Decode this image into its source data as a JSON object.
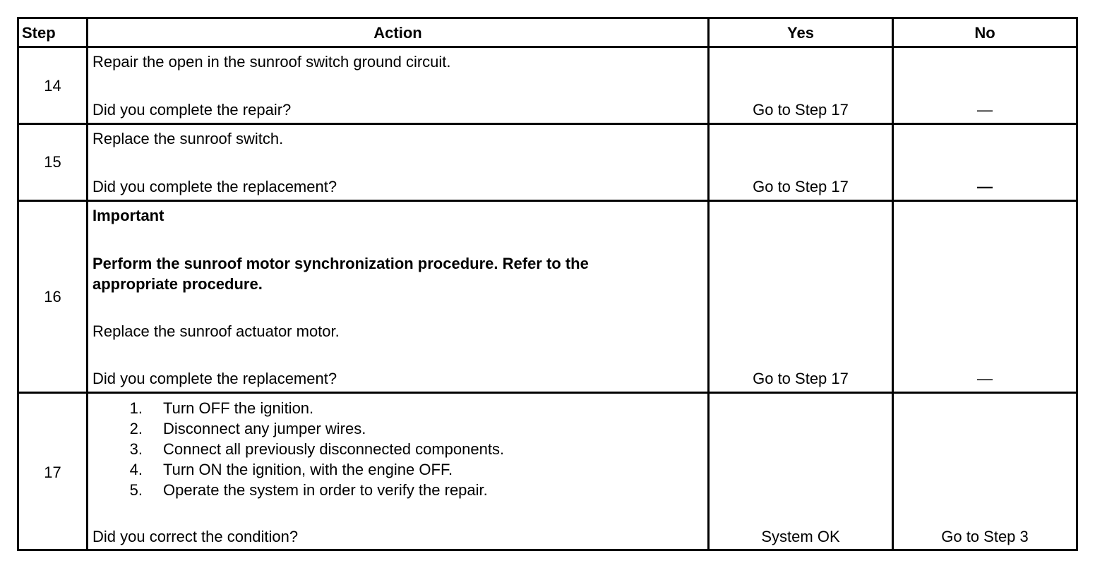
{
  "table": {
    "headers": {
      "step": "Step",
      "action": "Action",
      "yes": "Yes",
      "no": "No"
    },
    "rows": [
      {
        "step": "14",
        "action_line1": "Repair the open in the sunroof switch ground circuit.",
        "question": "Did you complete the repair?",
        "yes": "Go to Step 17",
        "no": "—"
      },
      {
        "step": "15",
        "action_line1": "Replace the sunroof switch.",
        "question": "Did you complete the replacement?",
        "yes": "Go to Step 17",
        "no": "—"
      },
      {
        "step": "16",
        "important_label": "Important",
        "important_text_line1": "Perform the sunroof motor synchronization procedure. Refer to the",
        "important_text_line2": "appropriate procedure.",
        "action_line1": "Replace the sunroof actuator motor.",
        "question": "Did you complete the replacement?",
        "yes": "Go to Step 17",
        "no": "—"
      },
      {
        "step": "17",
        "steps": [
          {
            "num": "1.",
            "text": "Turn OFF the ignition."
          },
          {
            "num": "2.",
            "text": "Disconnect any jumper wires."
          },
          {
            "num": "3.",
            "text": "Connect all previously disconnected components."
          },
          {
            "num": "4.",
            "text": "Turn ON the ignition, with the engine OFF."
          },
          {
            "num": "5.",
            "text": "Operate the system in order to verify the repair."
          }
        ],
        "question": "Did you correct the condition?",
        "yes": "System OK",
        "no": "Go to Step 3"
      }
    ]
  }
}
